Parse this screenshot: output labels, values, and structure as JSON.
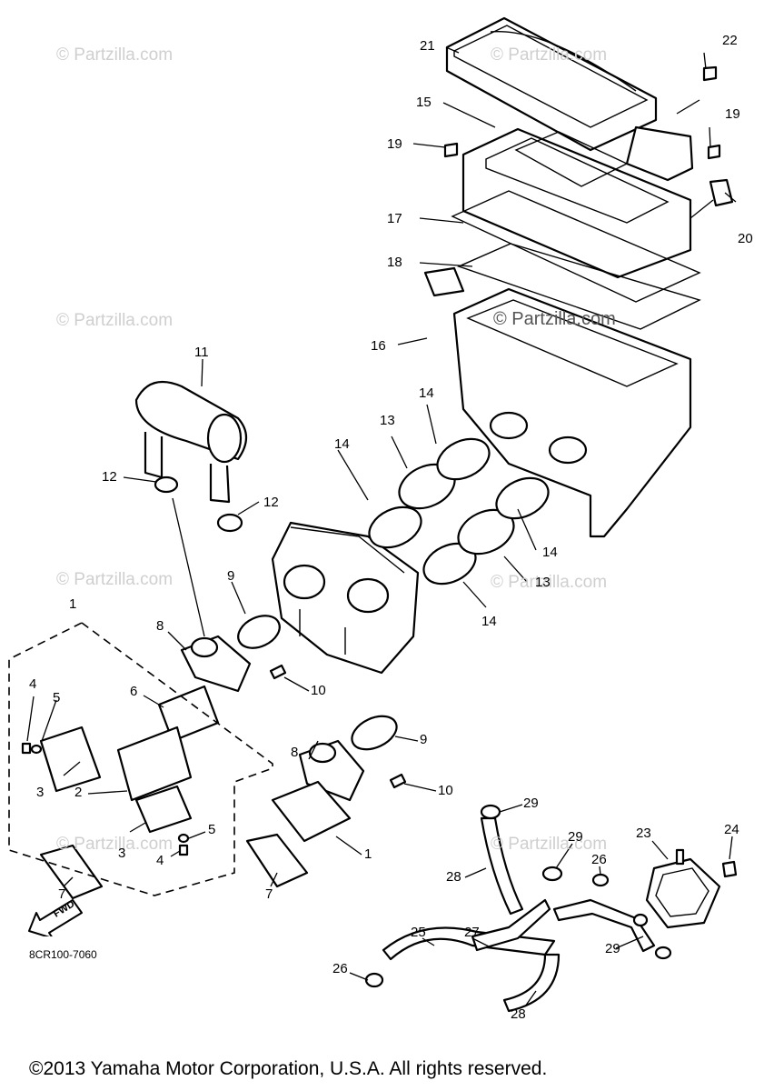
{
  "watermark": {
    "small": "© Partzilla.com",
    "center": "© Partzilla.com"
  },
  "parts": {
    "c21": "21",
    "c22": "22",
    "c15": "15",
    "c19a": "19",
    "c19b": "19",
    "c17": "17",
    "c20": "20",
    "c18": "18",
    "c16": "16",
    "c11": "11",
    "c14a": "14",
    "c14b": "14",
    "c13a": "13",
    "c12a": "12",
    "c12b": "12",
    "c14c": "14",
    "c13b": "13",
    "c14d": "14",
    "c9a": "9",
    "c1a": "1",
    "c8a": "8",
    "c10a": "10",
    "c4a": "4",
    "c5a": "5",
    "c6": "6",
    "c8b": "8",
    "c9b": "9",
    "c3a": "3",
    "c2": "2",
    "c10b": "10",
    "c29a": "29",
    "c5b": "5",
    "c3b": "3",
    "c4b": "4",
    "c1b": "1",
    "c23": "23",
    "c24": "24",
    "c29b": "29",
    "c26a": "26",
    "c28a": "28",
    "c7a": "7",
    "c7b": "7",
    "c25": "25",
    "c27": "27",
    "c29c": "29",
    "c26b": "26",
    "c28b": "28"
  },
  "diagram_code": "8CR100-7060",
  "fwd_label": "FWD",
  "icons": {
    "fwd": "fwd-arrow-icon"
  },
  "copyright": "©2013 Yamaha Motor Corporation, U.S.A. All rights reserved."
}
